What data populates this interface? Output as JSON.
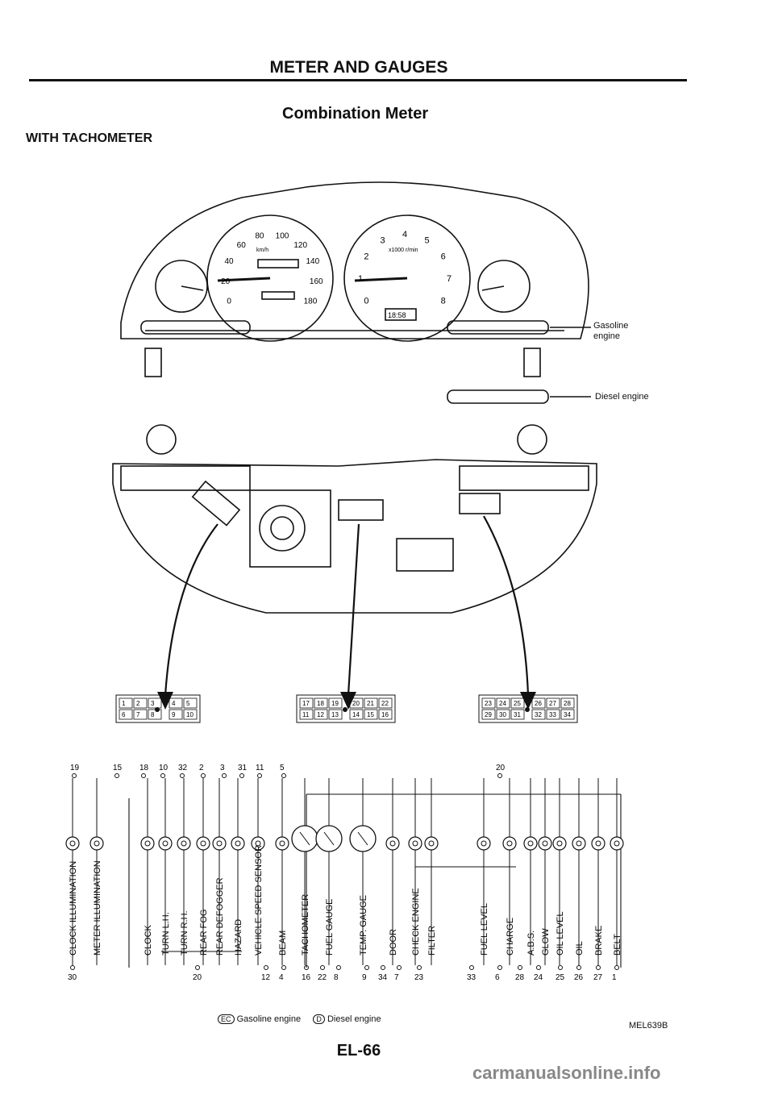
{
  "header": {
    "title": "METER AND GAUGES"
  },
  "section": {
    "title": "Combination Meter",
    "subtitle": "WITH TACHOMETER"
  },
  "callouts": {
    "gasoline": [
      "Gasoline",
      "engine"
    ],
    "diesel": "Diesel engine"
  },
  "speedometer": {
    "ticks": [
      "0",
      "20",
      "40",
      "60",
      "80",
      "100",
      "120",
      "140",
      "160",
      "180"
    ],
    "unit": "km/h"
  },
  "tachometer": {
    "ticks": [
      "0",
      "1",
      "2",
      "3",
      "4",
      "5",
      "6",
      "7",
      "8"
    ],
    "unit": "x1000 r/min"
  },
  "clock_display": "18:58",
  "connectors": [
    {
      "top": [
        "1",
        "2",
        "3",
        "4",
        "5"
      ],
      "bottom": [
        "6",
        "7",
        "8",
        "9",
        "10"
      ]
    },
    {
      "top": [
        "17",
        "18",
        "19",
        "20",
        "21",
        "22"
      ],
      "bottom": [
        "11",
        "12",
        "13",
        "14",
        "15",
        "16"
      ]
    },
    {
      "top": [
        "23",
        "24",
        "25",
        "26",
        "27",
        "28"
      ],
      "bottom": [
        "29",
        "30",
        "31",
        "32",
        "33",
        "34"
      ]
    }
  ],
  "top_pins": [
    "19",
    "15",
    "18",
    "10",
    "32",
    "2",
    "3",
    "31",
    "11",
    "5",
    "20"
  ],
  "bottom_pins": [
    "30",
    "20",
    "12",
    "4",
    "16",
    "22",
    "8",
    "9",
    "34",
    "7",
    "23",
    "33",
    "6",
    "28",
    "24",
    "25",
    "26",
    "27",
    "1"
  ],
  "circuits": [
    "CLOCK ILLUMINATION",
    "METER ILLUMINATION",
    "CLOCK",
    "TURN L.H.",
    "TURN R.H.",
    "REAR FOG",
    "REAR DEFOGGER",
    "HAZARD",
    "VEHICLE SPEED SENSOR",
    "BEAM",
    "TACHOMETER",
    "FUEL GAUGE",
    "TEMP. GAUGE",
    "DOOR",
    "CHECK ENGINE",
    "FILTER",
    "FUEL LEVEL",
    "CHARGE",
    "A.B.S.",
    "GLOW",
    "OIL LEVEL",
    "OIL",
    "BRAKE",
    "BELT"
  ],
  "legend": {
    "gasoline": "Gasoline engine",
    "diesel": "Diesel engine",
    "gas_mark": "EC",
    "diesel_mark": "D"
  },
  "figure_code": "MEL639B",
  "page_number": "EL-66",
  "watermark": "carmanualsonline.info"
}
